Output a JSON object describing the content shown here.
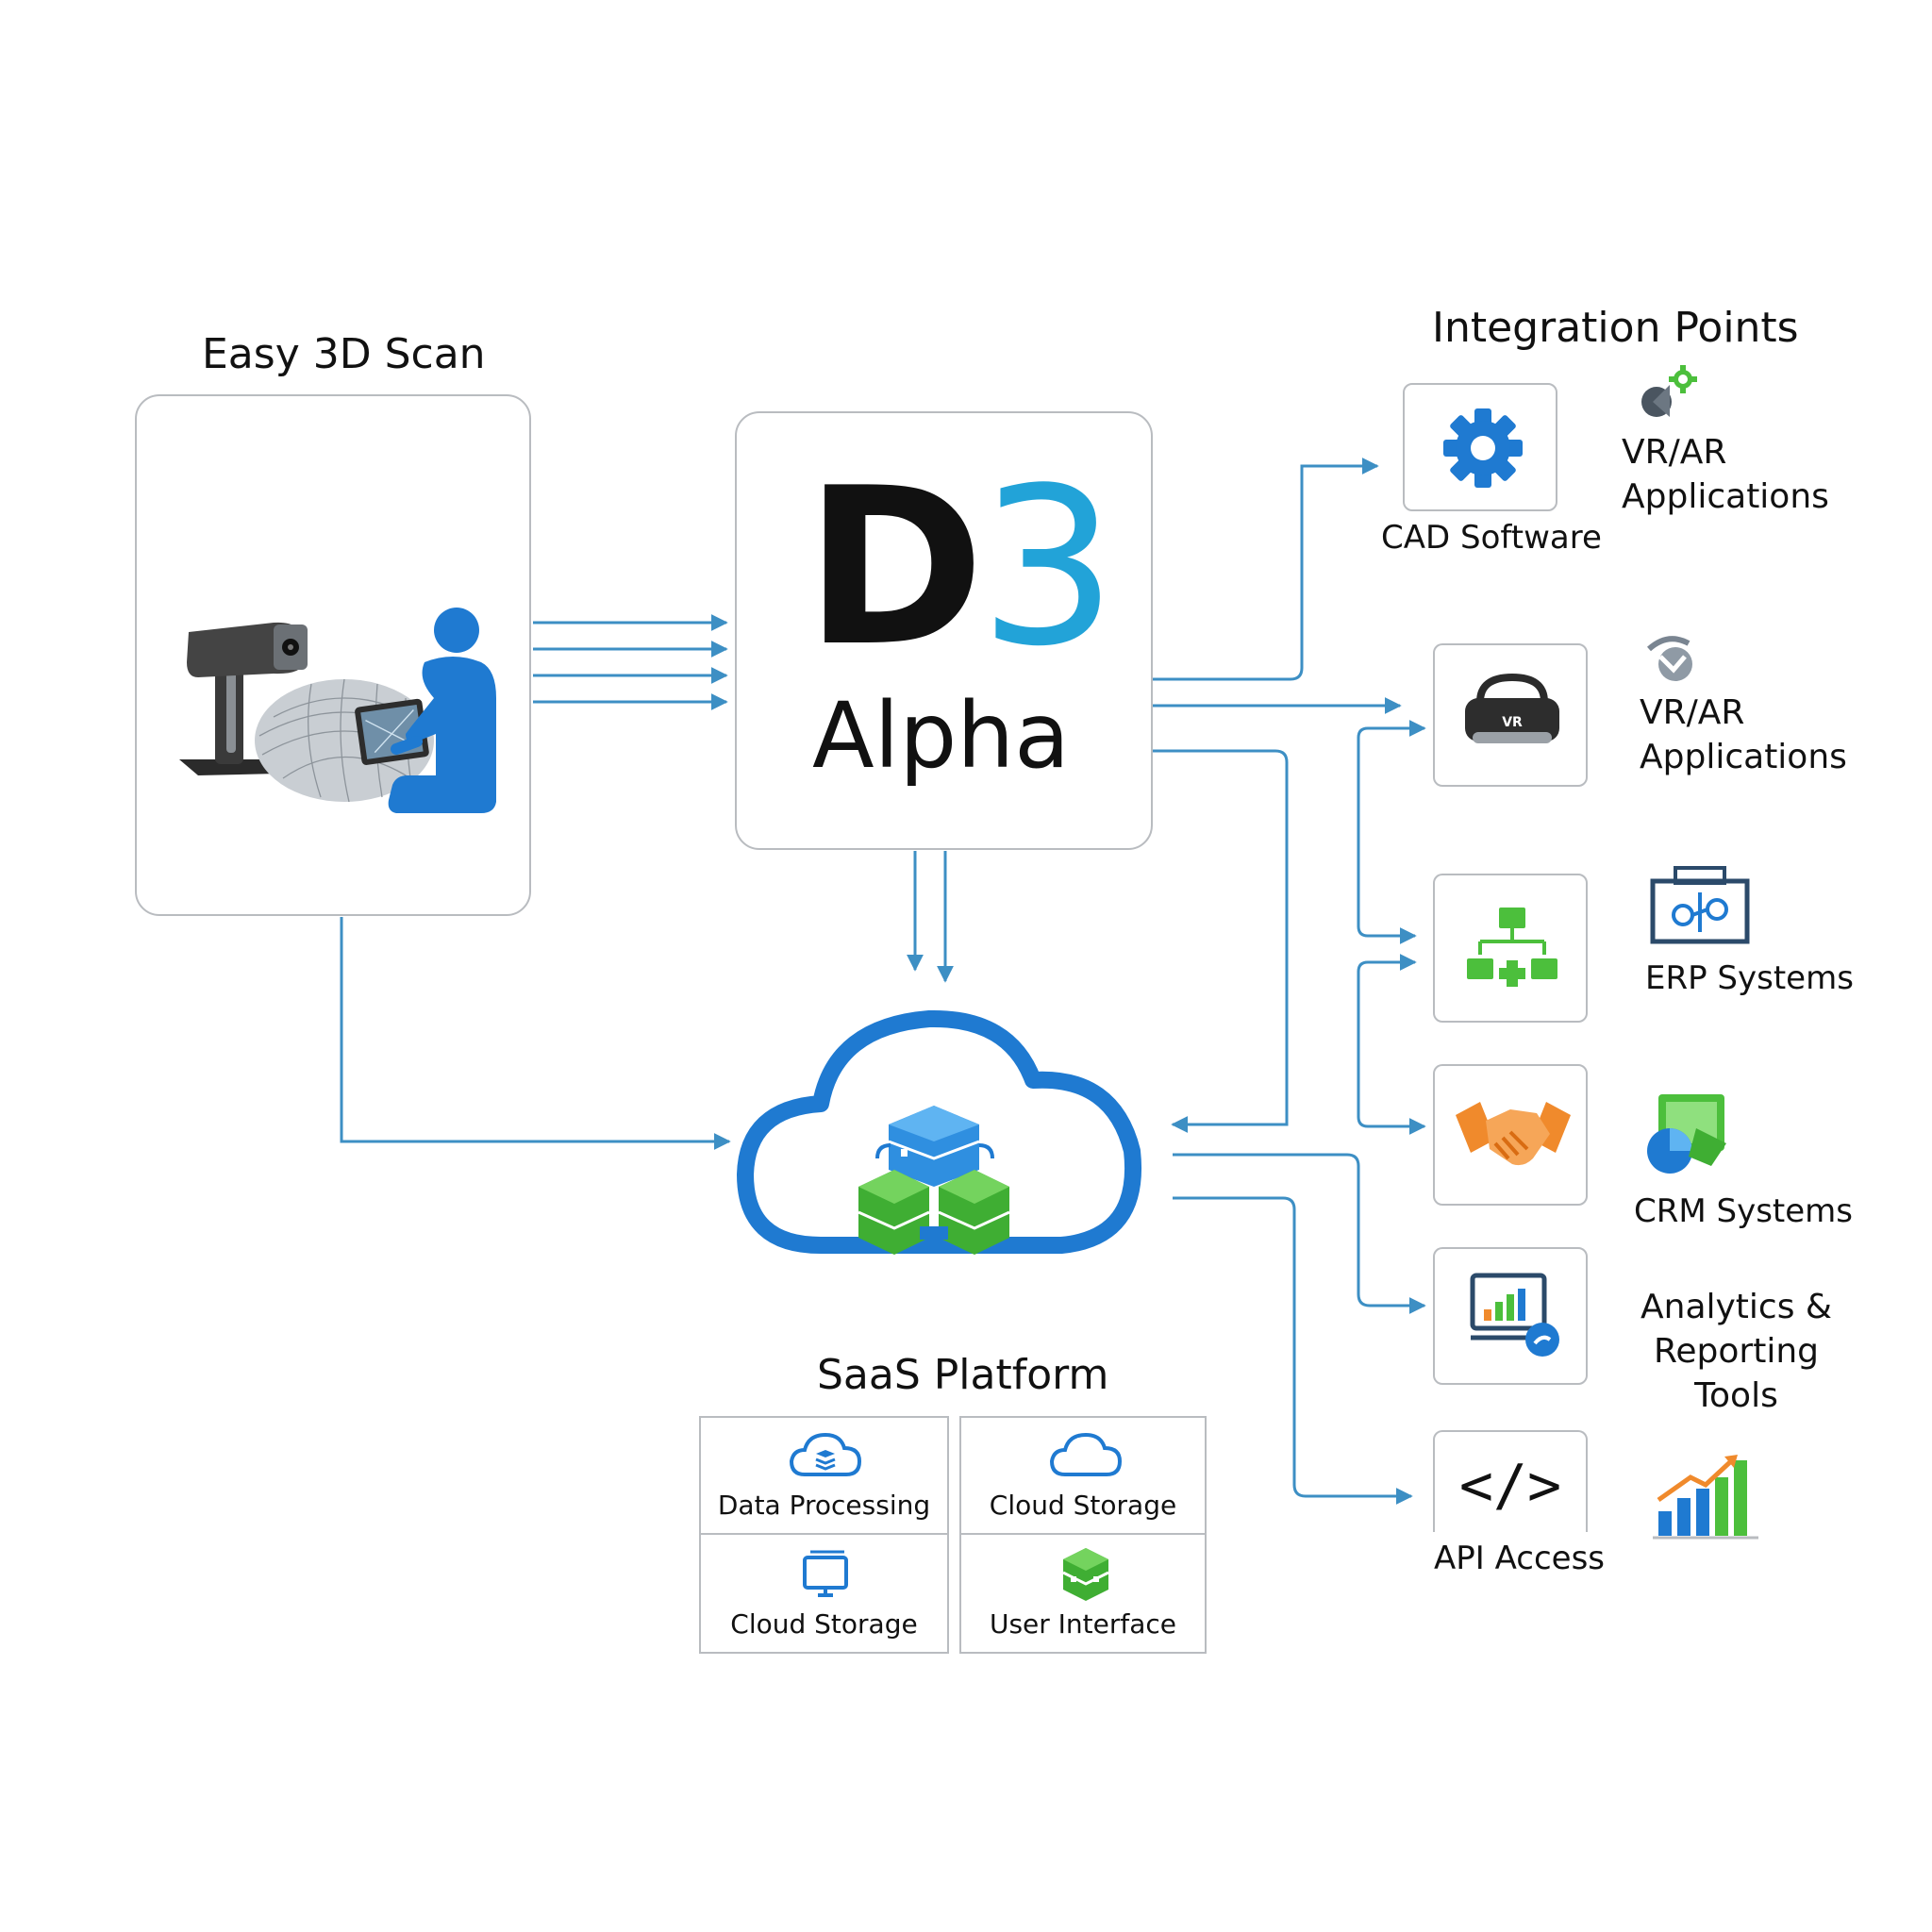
{
  "scanner": {
    "title": "Easy 3D Scan"
  },
  "core": {
    "logo_d": "D",
    "logo_3": "3",
    "subtitle": "Alpha"
  },
  "integration": {
    "title": "Integration Points",
    "cad_label": "CAD Software",
    "vr_side_label_1": "VR/AR\nApplications",
    "vr_side_label_2": "VR/AR\nApplications",
    "vr_badge": "VR",
    "erp_label": "ERP Systems",
    "crm_label": "CRM Systems",
    "analytics_label": "Analytics &\nReporting\nTools",
    "api_label": "API Access",
    "api_glyph": "</>"
  },
  "saas": {
    "title": "SaaS Platform",
    "cells": [
      "Data Processing",
      "Cloud Storage",
      "Cloud Storage",
      "User Interface"
    ]
  },
  "colors": {
    "accent_blue": "#1f7ad1",
    "logo_teal": "#22a3d8",
    "arrow_blue": "#3d8fc4",
    "green": "#4cbf3c",
    "orange": "#f08a2c"
  }
}
